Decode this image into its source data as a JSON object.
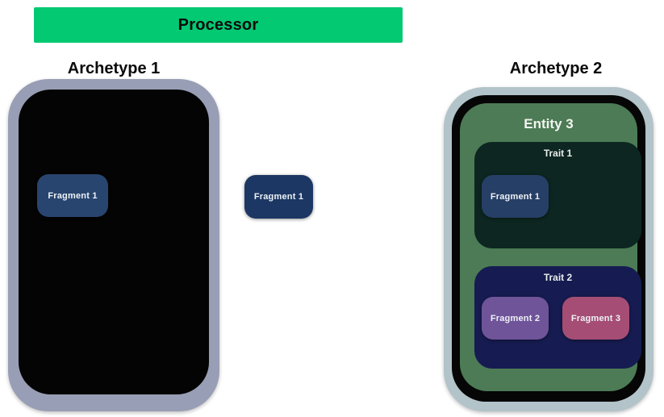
{
  "colors": {
    "processor_green": "#03C972",
    "archetype1_outer": "#989EB5",
    "archetype1_inner": "#040404",
    "archetype2_outer": "#B2C3C9",
    "archetype2_ring": "#060606",
    "entity_green": "#4C7B55",
    "trait1_bg": "#0D2621",
    "trait2_bg": "#161C51",
    "fragment_navy": "#28456F",
    "fragment_navy_standalone": "#1C3763",
    "fragment_navy_trait": "#263F66",
    "fragment_purple": "#6F549A",
    "fragment_magenta": "#A54D74"
  },
  "processor": {
    "label": "Processor"
  },
  "archetype1": {
    "title": "Archetype 1",
    "fragment": {
      "label": "Fragment 1"
    }
  },
  "standalone_fragment": {
    "label": "Fragment 1"
  },
  "archetype2": {
    "title": "Archetype 2",
    "entity": {
      "label": "Entity 3",
      "traits": [
        {
          "label": "Trait 1",
          "fragments": [
            {
              "label": "Fragment 1"
            }
          ]
        },
        {
          "label": "Trait 2",
          "fragments": [
            {
              "label": "Fragment 2"
            },
            {
              "label": "Fragment 3"
            }
          ]
        }
      ]
    }
  }
}
